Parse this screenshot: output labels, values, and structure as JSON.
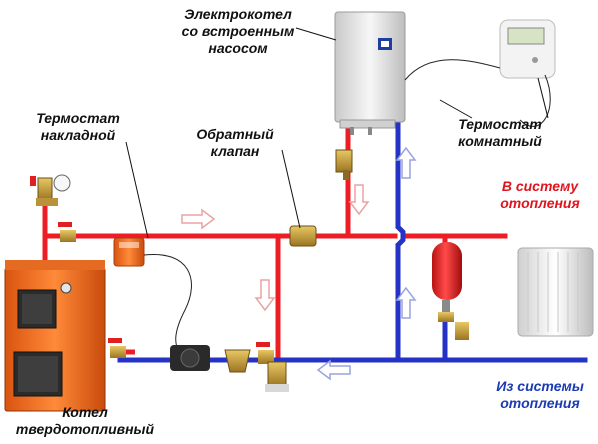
{
  "labels": {
    "electric_boiler": [
      "Электрокотел",
      "со встроенным",
      "насосом"
    ],
    "thermostat_overlay": [
      "Термостат",
      "накладной"
    ],
    "check_valve": [
      "Обратный",
      "клапан"
    ],
    "thermostat_room": [
      "Термостат",
      "комнатный"
    ],
    "to_heating": [
      "В систему",
      "отопления"
    ],
    "from_heating": [
      "Из системы",
      "отопления"
    ],
    "solid_boiler": [
      "Котел",
      "твердотопливный"
    ]
  },
  "colors": {
    "supply": "#ee1c25",
    "return": "#2433c6",
    "boiler_body": "#f26a1b",
    "expansion_tank": "#e32222",
    "fittings": "#c9a23a"
  }
}
